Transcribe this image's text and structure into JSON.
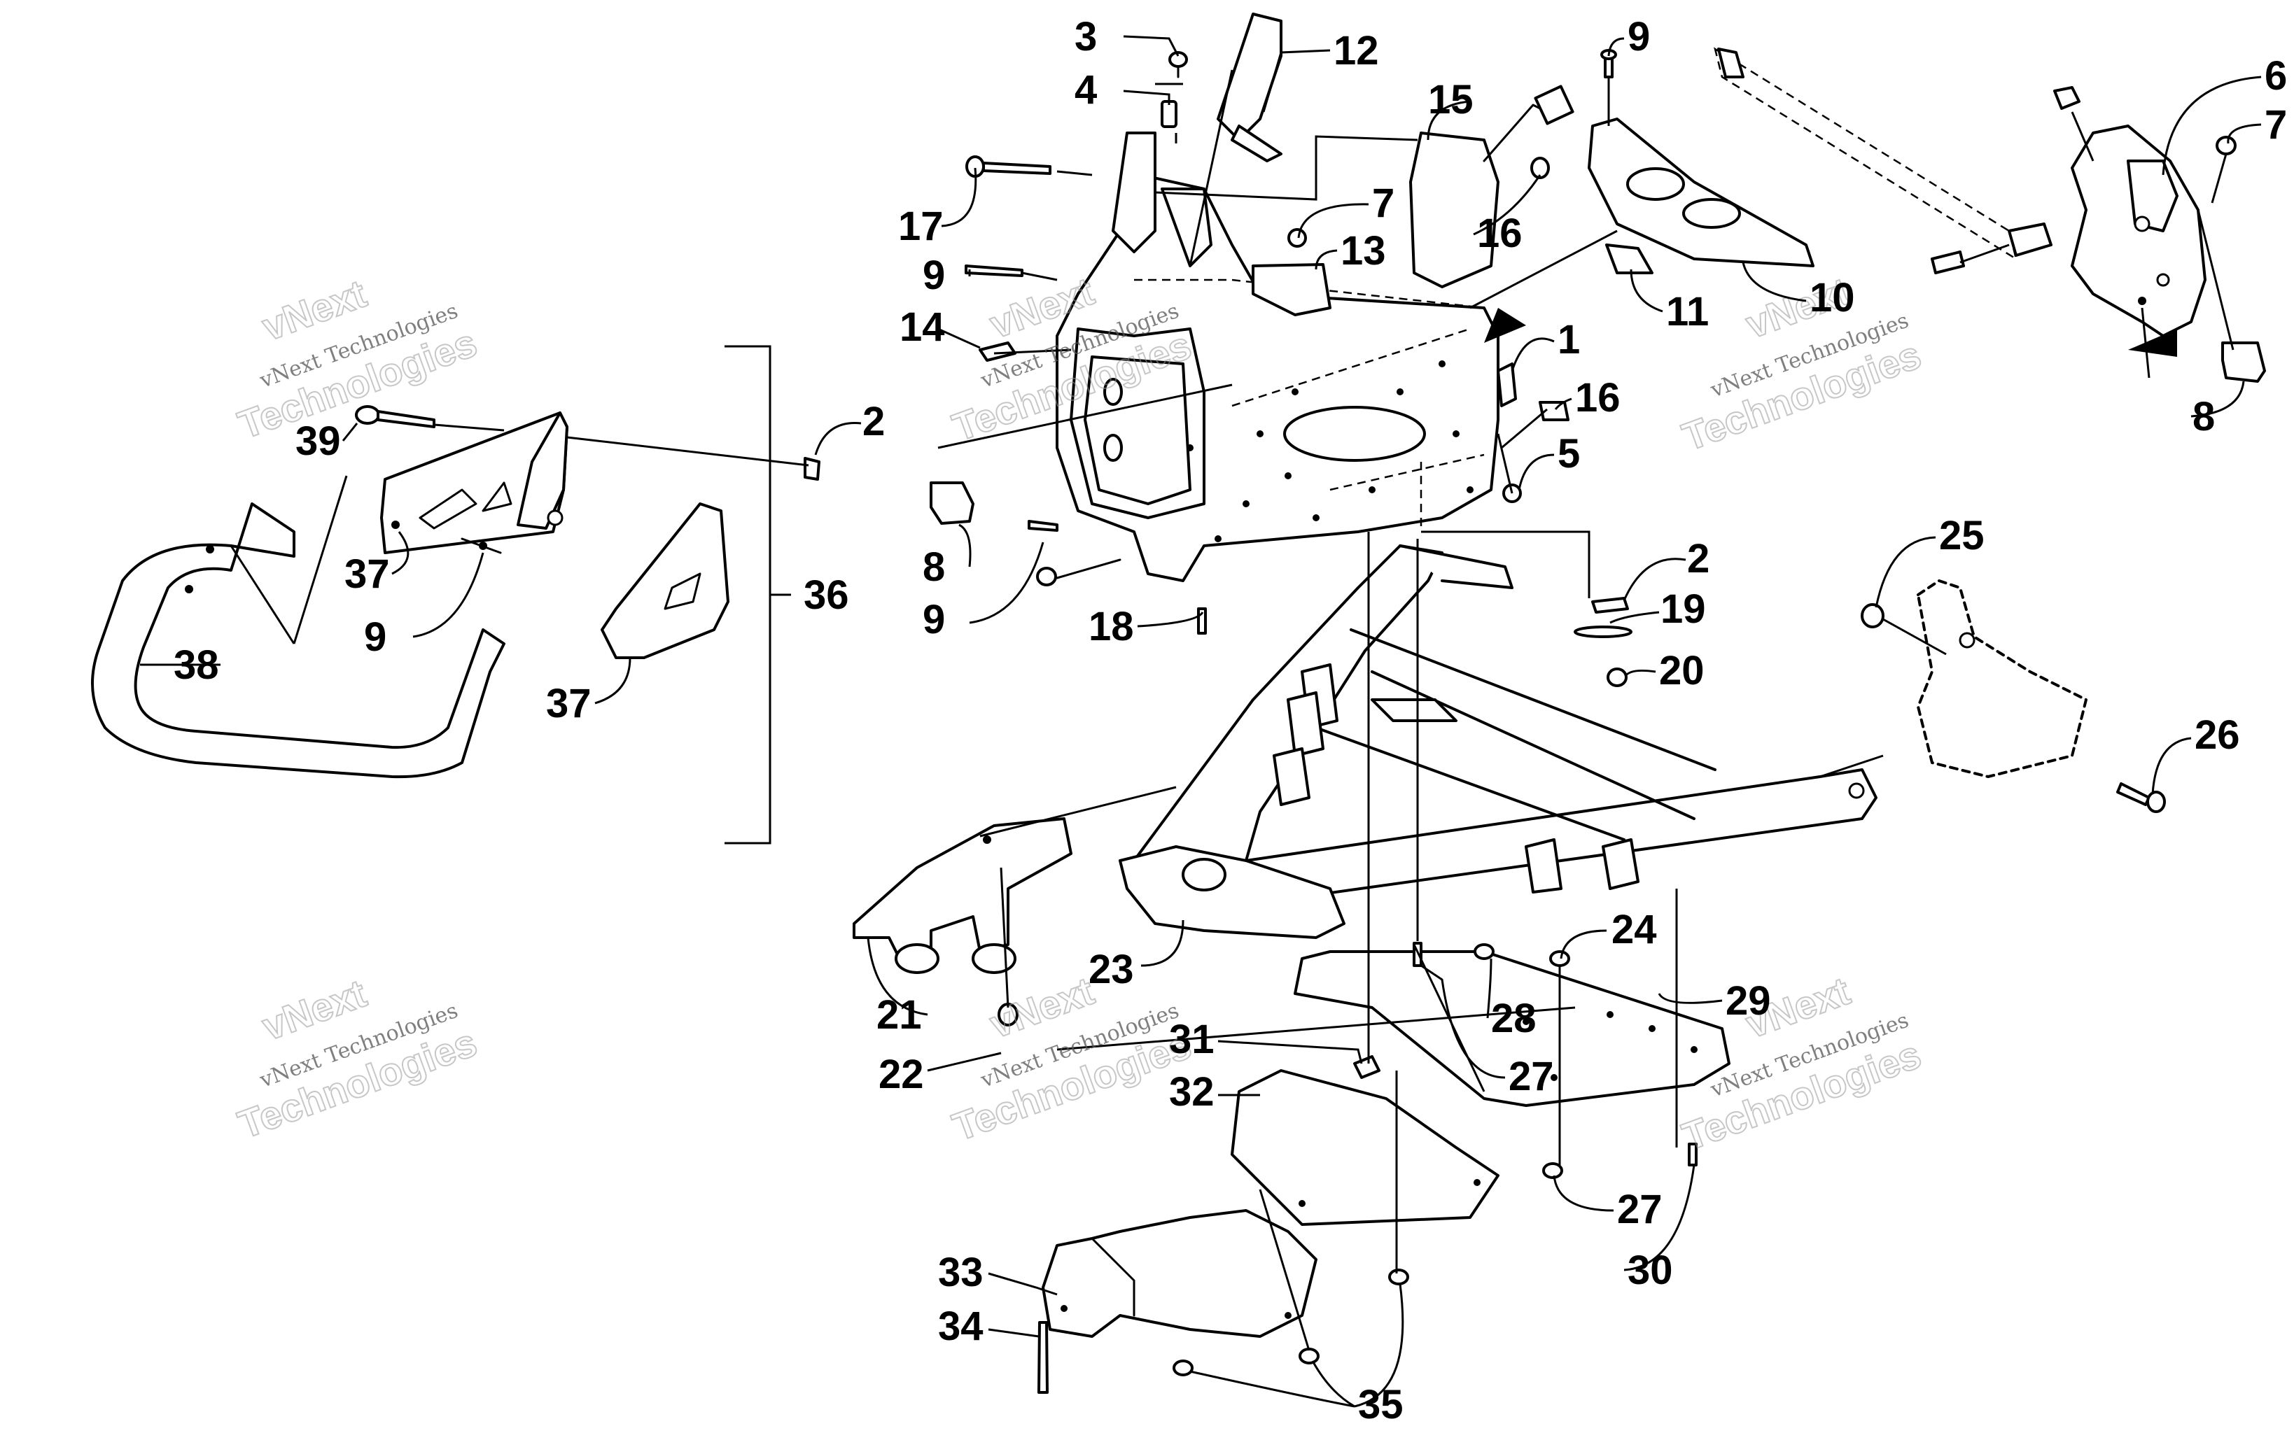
{
  "watermark": {
    "line1": "vNext",
    "line2": "vNext Technologies",
    "line3": "Technologies"
  },
  "callouts": [
    "1",
    "2",
    "2",
    "3",
    "4",
    "5",
    "6",
    "7",
    "7",
    "8",
    "8",
    "9",
    "9",
    "9",
    "9",
    "10",
    "11",
    "12",
    "13",
    "14",
    "15",
    "16",
    "16",
    "17",
    "18",
    "19",
    "20",
    "21",
    "22",
    "23",
    "24",
    "25",
    "26",
    "27",
    "27",
    "28",
    "29",
    "30",
    "31",
    "32",
    "33",
    "34",
    "35",
    "36",
    "37",
    "37",
    "38",
    "39"
  ]
}
